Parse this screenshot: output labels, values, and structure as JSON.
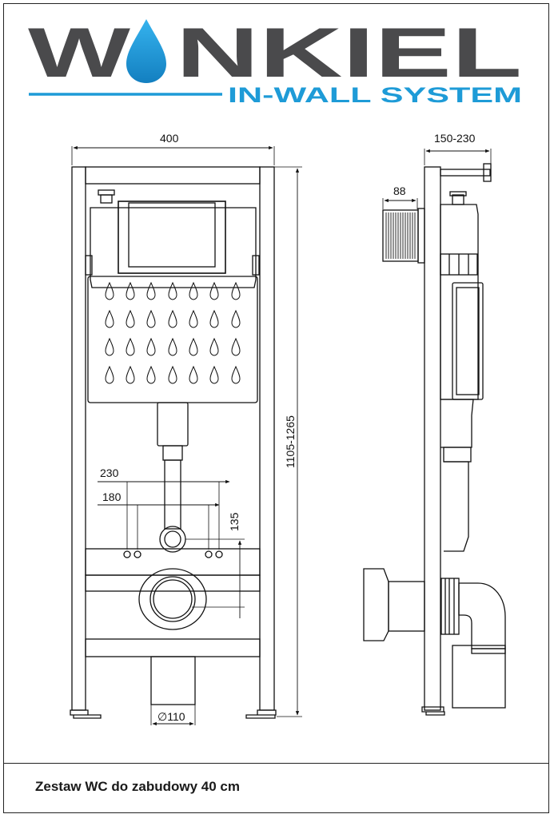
{
  "brand": {
    "name_part1": "W",
    "name_part2": "NKIEL",
    "tagline": "IN-WALL SYSTEM",
    "colors": {
      "wordmark": "#4a4a4c",
      "accent": "#1e9bd7"
    },
    "icon": "water-drop-icon"
  },
  "front_view": {
    "width_label": "400",
    "height_label": "1105-1265",
    "bolt_outer_label": "230",
    "bolt_inner_label": "180",
    "outlet_height_label": "135",
    "drain_label": "∅110"
  },
  "side_view": {
    "depth_label": "150-230",
    "button_depth_label": "88"
  },
  "caption": "Zestaw WC do zabudowy 40 cm"
}
